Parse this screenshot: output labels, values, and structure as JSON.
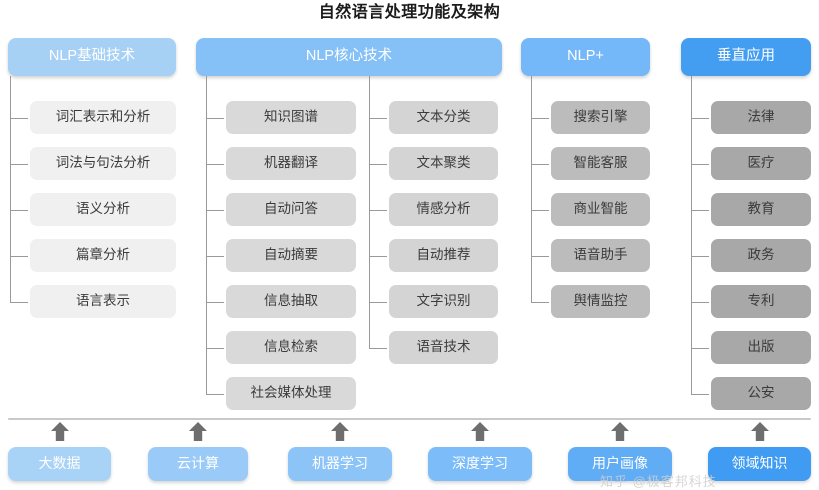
{
  "title": "自然语言处理功能及架构",
  "colors": {
    "header_1": "#a7d0f5",
    "header_2": "#85c0f7",
    "header_3": "#74b8f9",
    "header_4": "#439ef2",
    "item_col1": "#f0f0f0",
    "item_col2": "#d9d9d9",
    "item_col3": "#d4d4d4",
    "item_col4": "#bcbcbc",
    "item_col5": "#a8a8a8",
    "found_1": "#a9d2f7",
    "found_2": "#9acbf8",
    "found_3": "#8cc4f8",
    "found_4": "#7bbcf9",
    "found_5": "#60adf6",
    "found_6": "#3f9cf2",
    "line": "#9a9a9a",
    "divider": "#c9c9c9",
    "arrow": "#6e6e6e",
    "title_text": "#1b1b1b"
  },
  "headers": [
    {
      "label": "NLP基础技术",
      "name": "header-nlp-basic"
    },
    {
      "label": "NLP核心技术",
      "name": "header-nlp-core"
    },
    {
      "label": "NLP+",
      "name": "header-nlp-plus"
    },
    {
      "label": "垂直应用",
      "name": "header-vertical-apps"
    }
  ],
  "columns": [
    {
      "key": "col1",
      "parent": "NLP基础技术",
      "items": [
        "词汇表示和分析",
        "词法与句法分析",
        "语义分析",
        "篇章分析",
        "语言表示"
      ]
    },
    {
      "key": "col2",
      "parent": "NLP核心技术",
      "items": [
        "知识图谱",
        "机器翻译",
        "自动问答",
        "自动摘要",
        "信息抽取",
        "信息检索",
        "社会媒体处理"
      ]
    },
    {
      "key": "col3",
      "parent": "NLP核心技术",
      "items": [
        "文本分类",
        "文本聚类",
        "情感分析",
        "自动推荐",
        "文字识别",
        "语音技术"
      ]
    },
    {
      "key": "col4",
      "parent": "NLP+",
      "items": [
        "搜索引擎",
        "智能客服",
        "商业智能",
        "语音助手",
        "舆情监控"
      ]
    },
    {
      "key": "col5",
      "parent": "垂直应用",
      "items": [
        "法律",
        "医疗",
        "教育",
        "政务",
        "专利",
        "出版",
        "公安"
      ]
    }
  ],
  "foundation": [
    {
      "label": "大数据",
      "name": "foundation-big-data"
    },
    {
      "label": "云计算",
      "name": "foundation-cloud-computing"
    },
    {
      "label": "机器学习",
      "name": "foundation-machine-learning"
    },
    {
      "label": "深度学习",
      "name": "foundation-deep-learning"
    },
    {
      "label": "用户画像",
      "name": "foundation-user-profile"
    },
    {
      "label": "领域知识",
      "name": "foundation-domain-knowledge"
    }
  ],
  "watermark": "知乎 @极客邦科技"
}
